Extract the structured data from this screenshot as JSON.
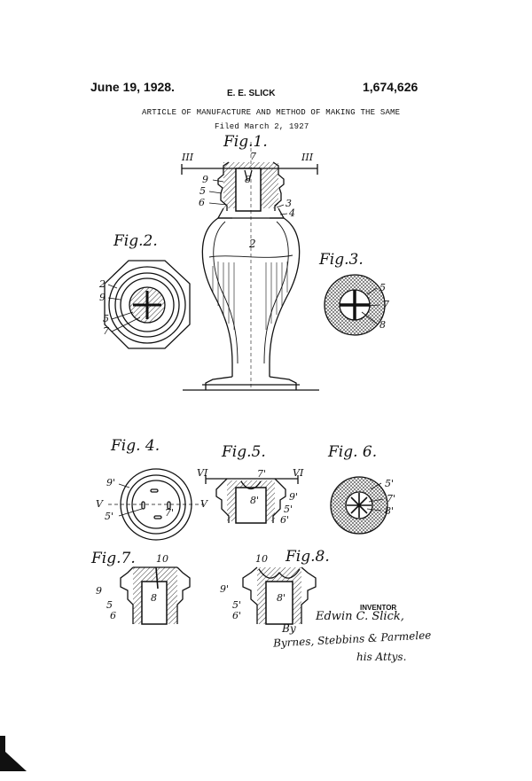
{
  "header": {
    "date": "June 19, 1928.",
    "inventor_name": "E. E. SLICK",
    "patent_number": "1,674,626",
    "title": "ARTICLE OF MANUFACTURE AND METHOD OF MAKING THE SAME",
    "filed": "Filed March 2, 1927"
  },
  "figures": {
    "fig1": {
      "label": "Fig.1.",
      "callouts": [
        "III",
        "III",
        "7",
        "9",
        "8",
        "5",
        "6",
        "3",
        "4",
        "2"
      ]
    },
    "fig2": {
      "label": "Fig.2.",
      "callouts": [
        "2",
        "9",
        "5",
        "7"
      ]
    },
    "fig3": {
      "label": "Fig.3.",
      "callouts": [
        "5",
        "7",
        "8"
      ]
    },
    "fig4": {
      "label": "Fig. 4.",
      "callouts": [
        "9'",
        "V",
        "V",
        "5'",
        "7'"
      ]
    },
    "fig5": {
      "label": "Fig.5.",
      "callouts": [
        "VI",
        "VI",
        "7'",
        "8'",
        "9'",
        "5'",
        "6'"
      ]
    },
    "fig6": {
      "label": "Fig. 6.",
      "callouts": [
        "5'",
        "7'",
        "8'"
      ]
    },
    "fig7": {
      "label": "Fig.7.",
      "callouts": [
        "10",
        "9",
        "5",
        "6",
        "8"
      ]
    },
    "fig8": {
      "label": "Fig.8.",
      "callouts": [
        "10",
        "9'",
        "5'",
        "6'",
        "8'"
      ]
    }
  },
  "signature": {
    "heading": "INVENTOR",
    "inventor_signature": "Edwin C. Slick,",
    "by": "By",
    "attorney_signature": "Byrnes, Stebbins & Parmelee",
    "attorney_title": "his Attys."
  }
}
